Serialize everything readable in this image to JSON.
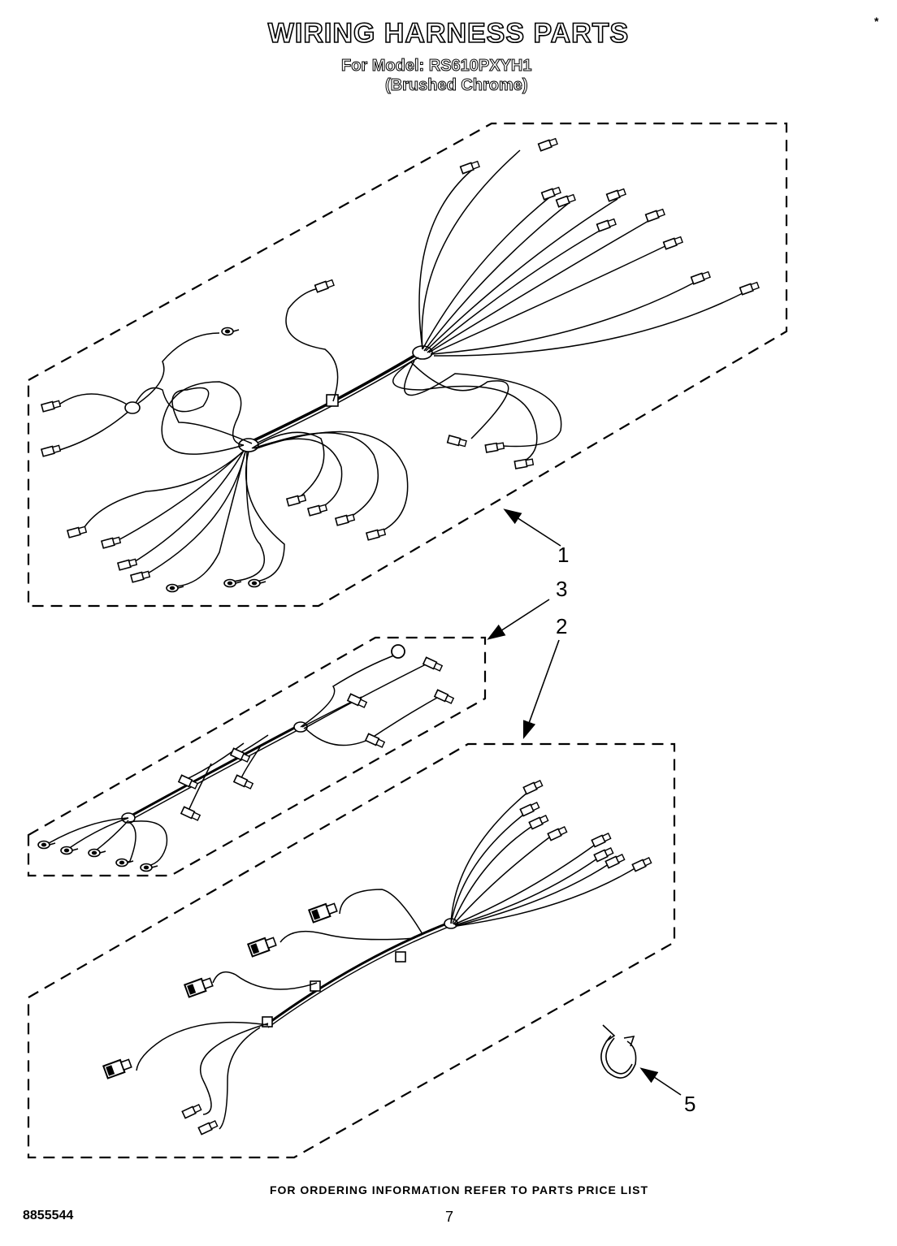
{
  "header": {
    "title": "WIRING HARNESS PARTS",
    "model_line": "For Model: RS610PXYH1",
    "finish": "(Brushed Chrome)",
    "corner_mark": "*"
  },
  "callouts": {
    "part_1": "1",
    "part_2": "2",
    "part_3": "3",
    "part_5": "5"
  },
  "footer": {
    "note": "FOR ORDERING INFORMATION REFER TO PARTS PRICE LIST",
    "doc_number": "8855544",
    "page": "7"
  }
}
